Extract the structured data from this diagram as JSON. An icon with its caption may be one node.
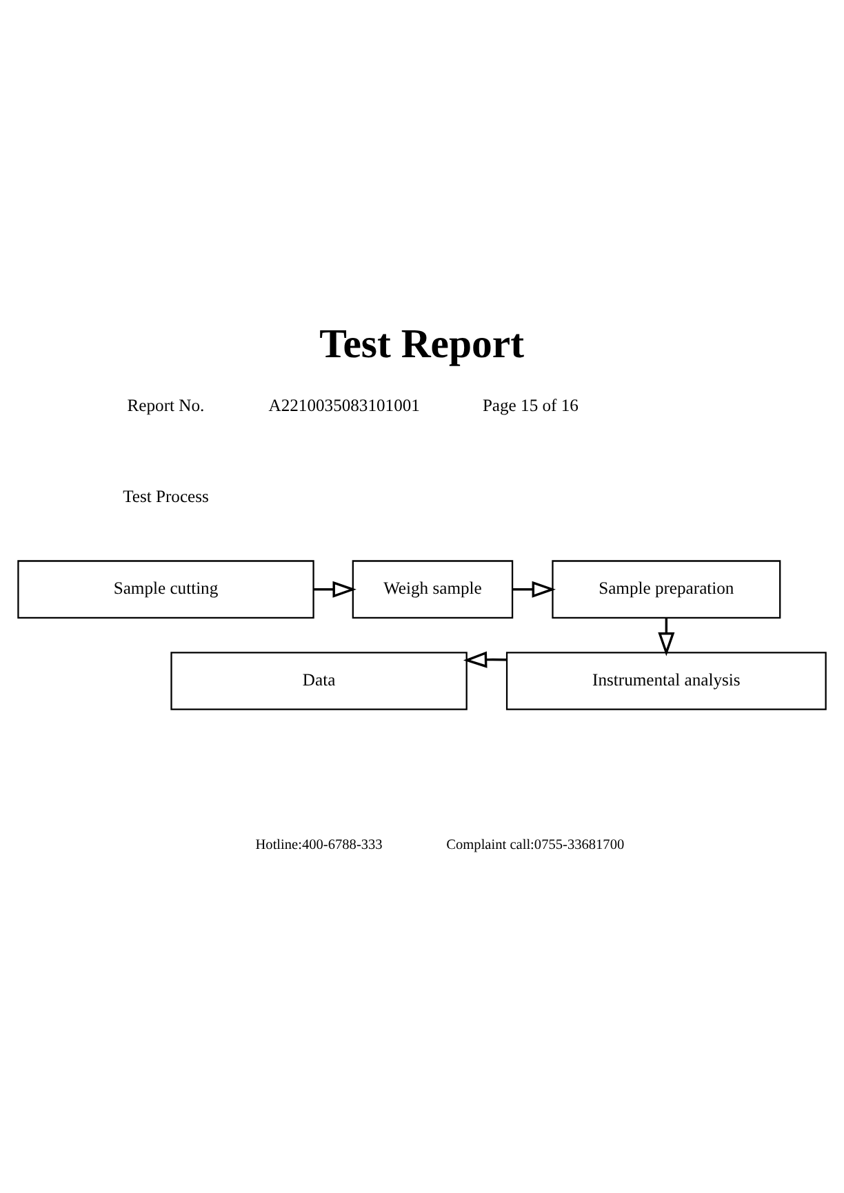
{
  "diagram": {
    "title": "Test Report",
    "nodes": [
      {
        "text": [
          "Sample cutting"
        ]
      },
      {
        "text": [
          "Weigh sample"
        ]
      },
      {
        "text": [
          "Sample preparation"
        ]
      },
      {
        "text": [
          "Instrumental analysis"
        ]
      },
      {
        "text": [
          "Data"
        ]
      }
    ],
    "edges": [
      {
        "from": 0,
        "to": 1,
        "arrow": "to"
      },
      {
        "from": 1,
        "to": 2,
        "arrow": "to"
      },
      {
        "from": 2,
        "to": 3,
        "arrow": "to"
      },
      {
        "from": 3,
        "to": 4,
        "arrow": "to"
      }
    ],
    "labels": [
      "Report No.",
      "A2210035083101001",
      "Page 15 of 16",
      "Test Process",
      "Hotline:400-6788-333",
      "Complaint call:0755-33681700"
    ]
  }
}
